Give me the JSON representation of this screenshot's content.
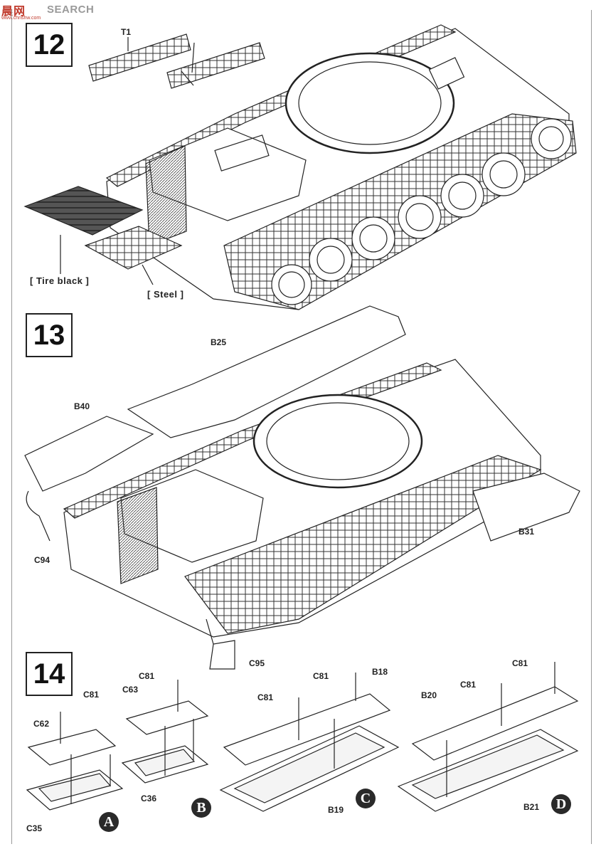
{
  "watermark": {
    "chinese": "晨网",
    "brand": "SEARCH",
    "url": "www.chnshw.com"
  },
  "steps": [
    {
      "number": "12"
    },
    {
      "number": "13"
    },
    {
      "number": "14"
    }
  ],
  "step12": {
    "part_t1": "T1",
    "note_tire": "[ Tire black ]",
    "note_steel": "[ Steel ]"
  },
  "step13": {
    "parts": {
      "b25": "B25",
      "b40": "B40",
      "c94": "C94",
      "b31": "B31",
      "c95": "C95"
    }
  },
  "step14": {
    "sub": [
      {
        "badge": "A",
        "lid": "C62",
        "base": "C35",
        "clip": "C81"
      },
      {
        "badge": "B",
        "lid": "C63",
        "base": "C36",
        "clip": "C81"
      },
      {
        "badge": "C",
        "lid": "B18",
        "base": "B19",
        "clip": "C81",
        "clip2": "C81"
      },
      {
        "badge": "D",
        "lid": "B20",
        "base": "B21",
        "clip": "C81",
        "clip2": "C81"
      }
    ]
  }
}
